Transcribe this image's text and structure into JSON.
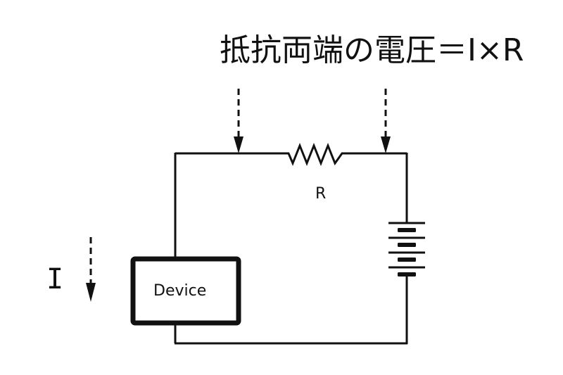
{
  "title": "抵抗両端の電圧＝I×R",
  "resistor": {
    "label": "R",
    "symbol": "zigzag"
  },
  "device": {
    "label": "Device"
  },
  "current": {
    "label": "I",
    "direction": "down"
  },
  "battery": {
    "cells": 4
  },
  "probes": [
    {
      "name": "left-probe-arrow",
      "style": "dashed",
      "direction": "down"
    },
    {
      "name": "right-probe-arrow",
      "style": "dashed",
      "direction": "down"
    }
  ],
  "colors": {
    "stroke": "#111111",
    "background": "#ffffff"
  }
}
